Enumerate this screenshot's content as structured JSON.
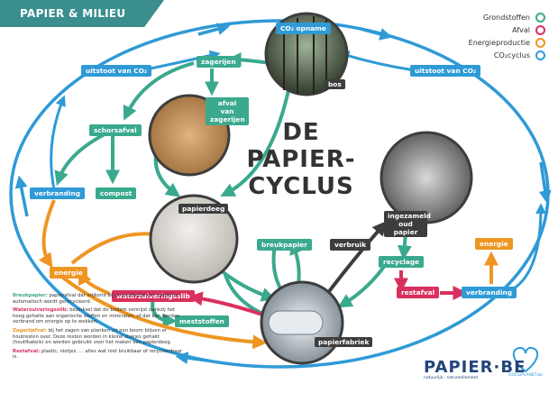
{
  "header": {
    "title": "PAPIER & MILIEU"
  },
  "legend": [
    {
      "label": "Grondstoffen",
      "color": "#3aa98d"
    },
    {
      "label": "Afval",
      "color": "#d9305e"
    },
    {
      "label": "Energieproductie",
      "color": "#ee9622"
    },
    {
      "label": "CO₂cyclus",
      "color": "#2f9ad6"
    }
  ],
  "title": {
    "line1": "DE",
    "line2": "PAPIER-",
    "line3": "CYCLUS"
  },
  "labels": {
    "co2_opname": "CO₂ opname",
    "uitstoot_left": "uitstoot van CO₂",
    "uitstoot_right": "uitstoot van CO₂",
    "bos": "bos",
    "zagerijen": "zagerijen",
    "afval_zagerijen": "afval van zagerijen",
    "schorsafval": "schorsafval",
    "verbranding_left": "verbranding",
    "compost": "compost",
    "papierdeeg": "papierdeeg",
    "energie_left": "energie",
    "waterzuiveringsslib": "waterzuiveringsslib",
    "meststoffen": "meststoffen",
    "breukpapier": "breukpapier",
    "verbruik": "verbruik",
    "ingezameld": "ingezameld oud papier",
    "recyclage": "recyclage",
    "restafval": "restafval",
    "verbranding_right": "verbranding",
    "energie_right": "energie",
    "papierfabriek": "papierfabriek"
  },
  "notes": [
    {
      "term": "Breukpapier:",
      "text": " papierafval dat vrijkomt bij de productie van papier en automatisch wordt gerecycleerd."
    },
    {
      "term": "Waterzuiveringsslib:",
      "text": " bezinksel dat de bodem vennijst dankzij het hoog gehalte aan organische stoffen en mineralen, of dat kan worden verbrand om energie op te wekken."
    },
    {
      "term": "Zagerijafval:",
      "text": " bij het zagen van planken uit een boom blijven er houtresten over. Deze resten worden in kleine stukjes gehakt (houtfkakels) en worden gebruikt voor het maken van papierdeeg."
    },
    {
      "term": "Restafval:",
      "text": " plastic, nietjes, … alles wat niet bruikbaar of recycleerbaar is."
    }
  ],
  "brand": {
    "name": "PAPIER·BE",
    "tagline": "natuurlijk · natureellement"
  },
  "goodplanet": {
    "text": "GOODPLANET.be"
  }
}
